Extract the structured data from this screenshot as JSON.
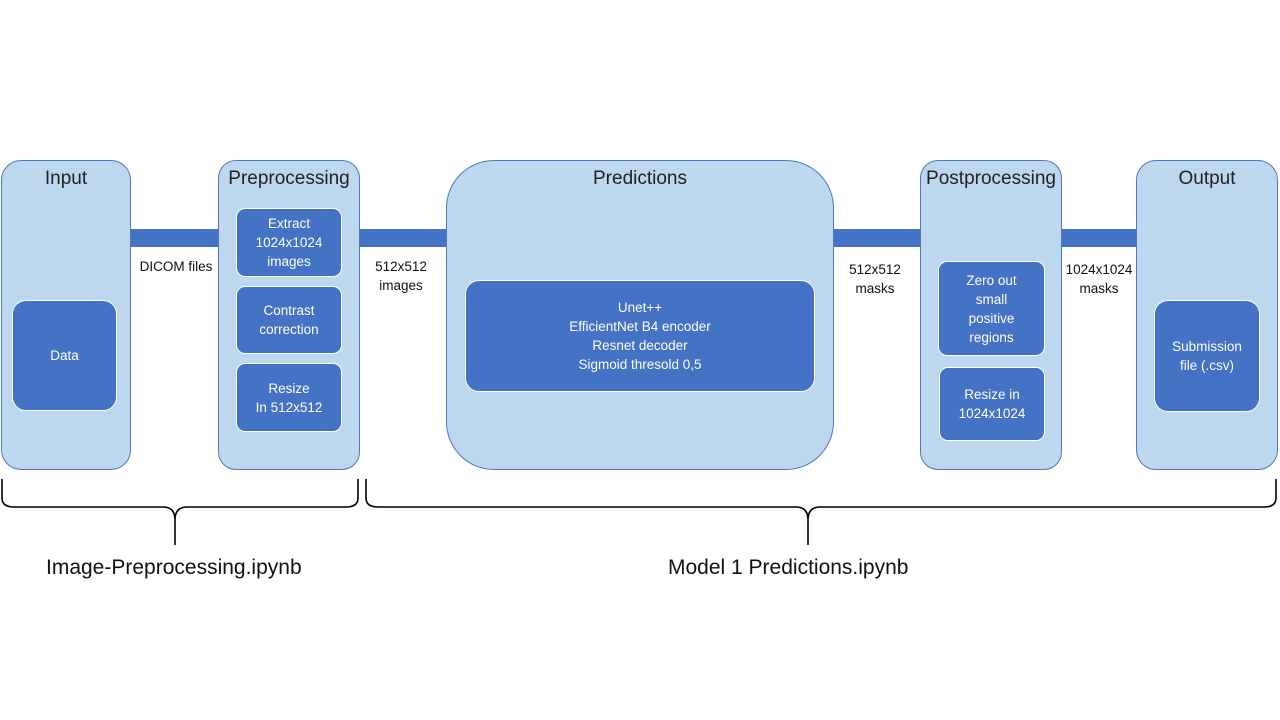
{
  "stages": {
    "input": {
      "title": "Input",
      "boxes": [
        {
          "lines": [
            "Data"
          ]
        }
      ]
    },
    "preprocessing": {
      "title": "Preprocessing",
      "boxes": [
        {
          "lines": [
            "Extract",
            "1024x1024",
            "images"
          ]
        },
        {
          "lines": [
            "Contrast",
            "correction"
          ]
        },
        {
          "lines": [
            "Resize",
            "In 512x512"
          ]
        }
      ]
    },
    "predictions": {
      "title": "Predictions",
      "boxes": [
        {
          "lines": [
            "Unet++",
            "EfficientNet B4 encoder",
            "Resnet decoder",
            "Sigmoid thresold 0,5"
          ]
        }
      ]
    },
    "postprocessing": {
      "title": "Postprocessing",
      "boxes": [
        {
          "lines": [
            "Zero out",
            "small",
            "positive",
            "regions"
          ]
        },
        {
          "lines": [
            "Resize in",
            "1024x1024"
          ]
        }
      ]
    },
    "output": {
      "title": "Output",
      "boxes": [
        {
          "lines": [
            "Submission",
            "file (.csv)"
          ]
        }
      ]
    }
  },
  "arrows": [
    {
      "lines": [
        "DICOM files"
      ]
    },
    {
      "lines": [
        "512x512",
        "images"
      ]
    },
    {
      "lines": [
        "512x512",
        "masks"
      ]
    },
    {
      "lines": [
        "1024x1024",
        "masks"
      ]
    }
  ],
  "notebooks": {
    "preprocessing": "Image-Preprocessing.ipynb",
    "predictions": "Model 1 Predictions.ipynb"
  },
  "colors": {
    "stage_fill": "#bdd7ee",
    "stage_border": "#4f78b8",
    "box_fill": "#4472c4",
    "arrow_fill": "#4472c4"
  }
}
